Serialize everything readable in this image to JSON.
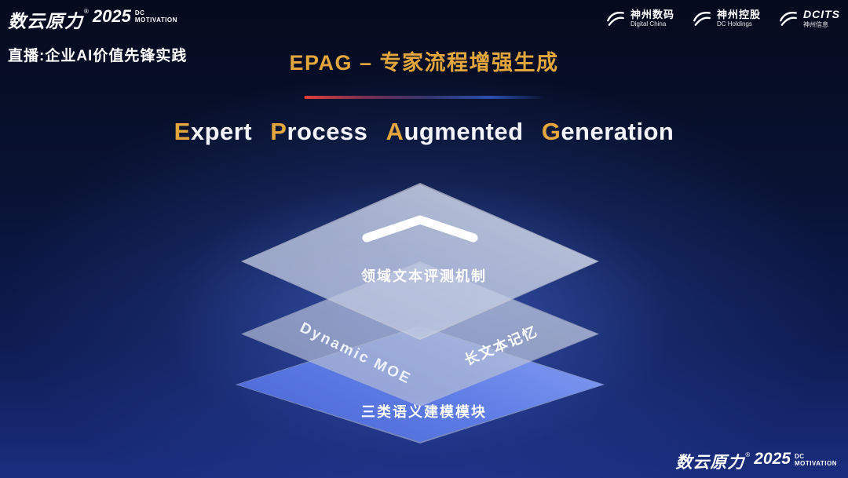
{
  "colors": {
    "accent_gold": "#E2A63D",
    "background_dark": "#050A1C",
    "background_blue": "#1A2D7E",
    "layer_blue": "#5F7DE6",
    "divider_red": "#E04038"
  },
  "header": {
    "brand": {
      "name": "数云原力",
      "reg": "®",
      "year": "2025",
      "sub_top": "DC",
      "sub_bottom": "MOTIVATION"
    },
    "live_label": "直播:企业AI价值先锋实践",
    "slide_title": "EPAG – 专家流程增强生成",
    "logos": [
      {
        "name": "神州数码",
        "subtitle": "Digital China"
      },
      {
        "name": "神州控股",
        "subtitle": "DC Holdings"
      },
      {
        "name": "DCITS",
        "subtitle": "神州信息"
      }
    ]
  },
  "main": {
    "title": {
      "words": [
        {
          "initial": "E",
          "rest": "xpert"
        },
        {
          "initial": "P",
          "rest": "rocess"
        },
        {
          "initial": "A",
          "rest": "ugmented"
        },
        {
          "initial": "G",
          "rest": "eneration"
        }
      ]
    },
    "stack": {
      "top_layer_label": "领域文本评测机制",
      "middle_layer_label_left": "Dynamic MOE",
      "middle_layer_label_right": "长文本记忆",
      "bottom_layer_label": "三类语义建模模块"
    }
  },
  "footer": {
    "brand": {
      "name": "数云原力",
      "reg": "®",
      "year": "2025",
      "sub_top": "DC",
      "sub_bottom": "MOTIVATION"
    }
  }
}
